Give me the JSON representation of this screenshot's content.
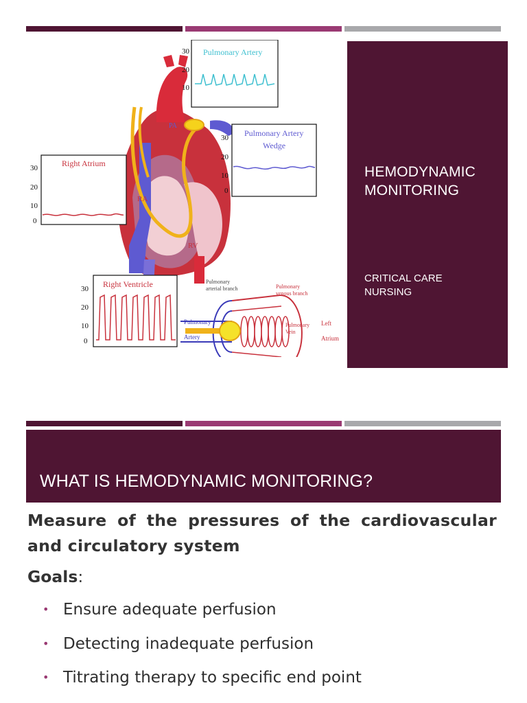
{
  "slide1": {
    "title_line1": "HEMODYNAMIC",
    "title_line2": "MONITORING",
    "subtitle_line1": "CRITICAL CARE",
    "subtitle_line2": "NURSING",
    "diagram": {
      "pa_box": {
        "title": "Pulmonary Artery",
        "ticks": [
          "30",
          "20",
          "10"
        ]
      },
      "pcw_box": {
        "title_line1": "Pulmonary Artery",
        "title_line2": "Wedge",
        "ticks": [
          "30",
          "20",
          "10",
          "0"
        ]
      },
      "ra_box": {
        "title": "Right Atrium",
        "ticks": [
          "30",
          "20",
          "10",
          "0"
        ]
      },
      "rv_box": {
        "title": "Right Ventricle",
        "ticks": [
          "30",
          "20",
          "10",
          "0"
        ]
      },
      "heart_labels": {
        "pa": "PA",
        "ra": "RA",
        "rv": "RV"
      },
      "vessel_labels": {
        "arterial_line1": "Pulmonary",
        "arterial_line2": "arterial branch",
        "venous_line1": "Pulmonary",
        "venous_line2": "venous branch",
        "artery_line1": "Pulmonary",
        "artery_line2": "Artery",
        "vein_line1": "Pulmonary",
        "vein_line2": "Vein",
        "atrium_line1": "Left",
        "atrium_line2": "Atrium"
      }
    }
  },
  "slide2": {
    "title": "WHAT IS HEMODYNAMIC MONITORING?",
    "lead": "Measure of the pressures of the cardiovascular and circulatory system",
    "goals_label": "Goals",
    "goals_colon": ":",
    "bullets": [
      "Ensure adequate perfusion",
      "Detecting inadequate perfusion",
      "Titrating therapy to specific end point"
    ]
  },
  "colors": {
    "maroon": "#4f1533",
    "plum": "#9a3a73",
    "gray": "#a8a8ab",
    "text": "#333333"
  },
  "icons": {
    "bullet": "•"
  }
}
